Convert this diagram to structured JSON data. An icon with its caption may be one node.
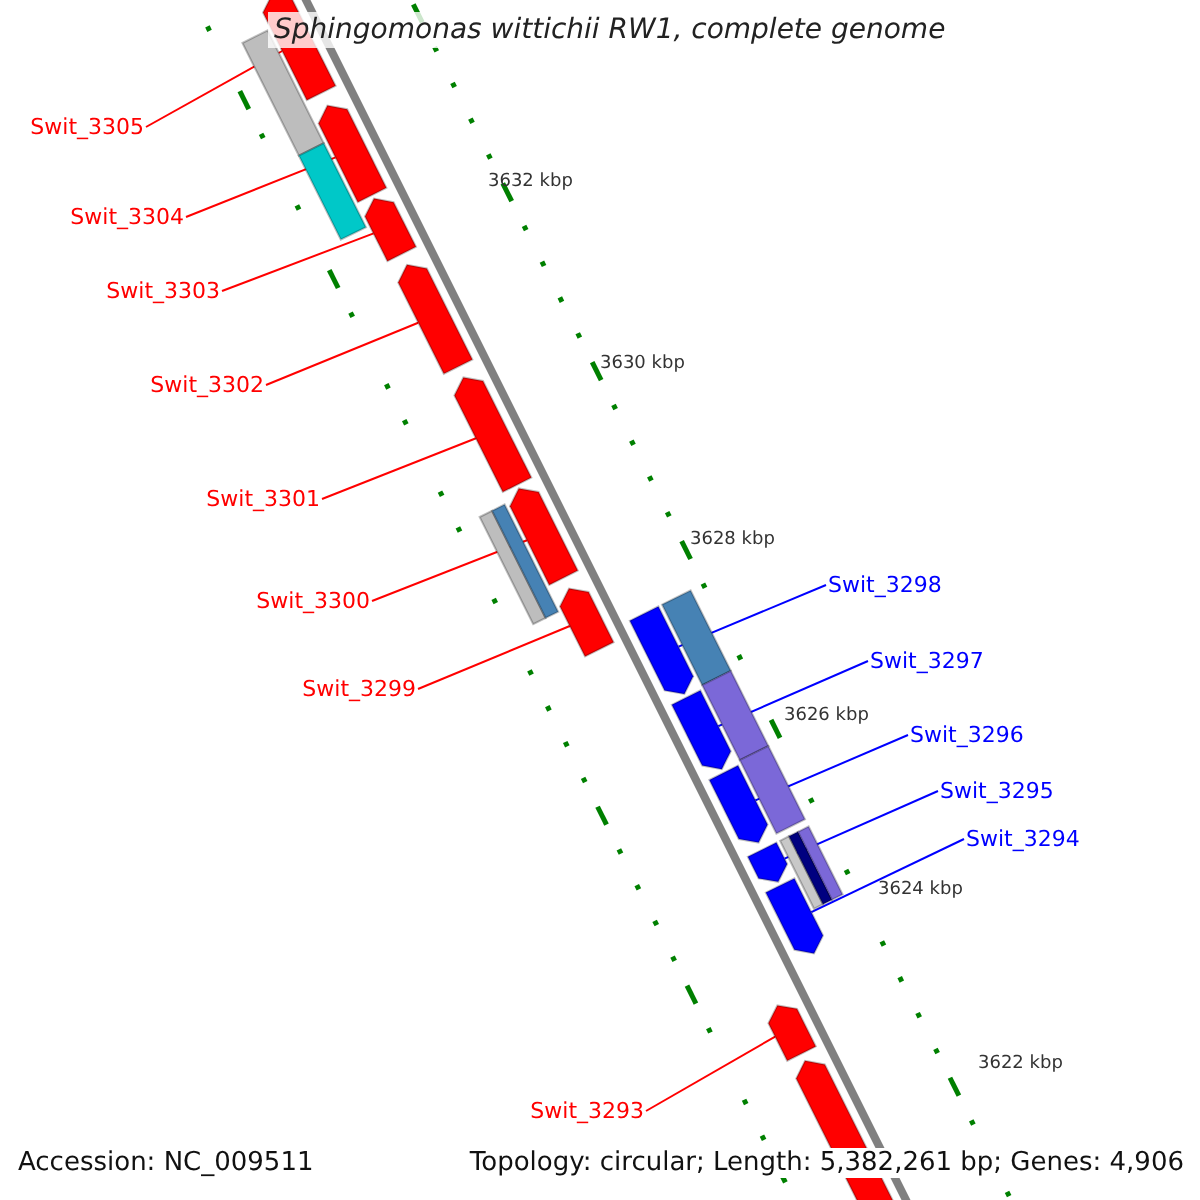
{
  "diagram": {
    "title": "Sphingomonas wittichii RW1, complete genome",
    "nodes": [
      {
        "text": [
          "Swit_3305"
        ]
      },
      {
        "text": [
          "Swit_3304"
        ]
      },
      {
        "text": [
          "Swit_3303"
        ]
      },
      {
        "text": [
          "Swit_3302"
        ]
      },
      {
        "text": [
          "Swit_3301"
        ]
      },
      {
        "text": [
          "Swit_3300"
        ]
      },
      {
        "text": [
          "Swit_3299"
        ]
      },
      {
        "text": [
          "Swit_3298"
        ]
      },
      {
        "text": [
          "Swit_3297"
        ]
      },
      {
        "text": [
          "Swit_3296"
        ]
      },
      {
        "text": [
          "Swit_3295"
        ]
      },
      {
        "text": [
          "Swit_3294"
        ]
      },
      {
        "text": [
          "Swit_3293"
        ]
      },
      {
        "text": [],
        "shape": "bar"
      },
      {
        "text": [],
        "shape": "bar"
      },
      {
        "text": [],
        "shape": "bar"
      },
      {
        "text": [],
        "shape": "bar"
      },
      {
        "text": [],
        "shape": "bar"
      },
      {
        "text": [],
        "shape": "bar"
      },
      {
        "text": [],
        "shape": "bar"
      },
      {
        "text": [],
        "shape": "bar"
      },
      {
        "text": [],
        "shape": "bar"
      },
      {
        "text": [],
        "shape": "bar"
      },
      {
        "text": [],
        "shape": "bar"
      },
      {
        "text": [],
        "shape": "bar"
      },
      {
        "text": [],
        "shape": "bar"
      }
    ],
    "edges": [
      {
        "from": 0,
        "to": 13,
        "arrow": "none"
      },
      {
        "from": 1,
        "to": 14,
        "arrow": "none"
      },
      {
        "from": 2,
        "to": 15,
        "arrow": "none"
      },
      {
        "from": 3,
        "to": 16,
        "arrow": "none"
      },
      {
        "from": 4,
        "to": 17,
        "arrow": "none"
      },
      {
        "from": 5,
        "to": 18,
        "arrow": "none"
      },
      {
        "from": 6,
        "to": 19,
        "arrow": "none"
      },
      {
        "from": 7,
        "to": 20,
        "arrow": "none",
        "color": "#0000ff"
      },
      {
        "from": 8,
        "to": 21,
        "arrow": "none",
        "color": "#0000ff"
      },
      {
        "from": 9,
        "to": 22,
        "arrow": "none",
        "color": "#0000ff"
      },
      {
        "from": 10,
        "to": 23,
        "arrow": "none",
        "color": "#0000ff"
      },
      {
        "from": 11,
        "to": 24,
        "arrow": "none",
        "color": "#0000ff"
      },
      {
        "from": 12,
        "to": 25,
        "arrow": "none"
      }
    ],
    "labels": [
      "3632 kbp",
      "3630 kbp",
      "3628 kbp",
      "3626 kbp",
      "3624 kbp",
      "3622 kbp",
      "Accession: NC_009511",
      "Topology: circular; Length: 5,382,261 bp; Genes: 4,906"
    ]
  }
}
